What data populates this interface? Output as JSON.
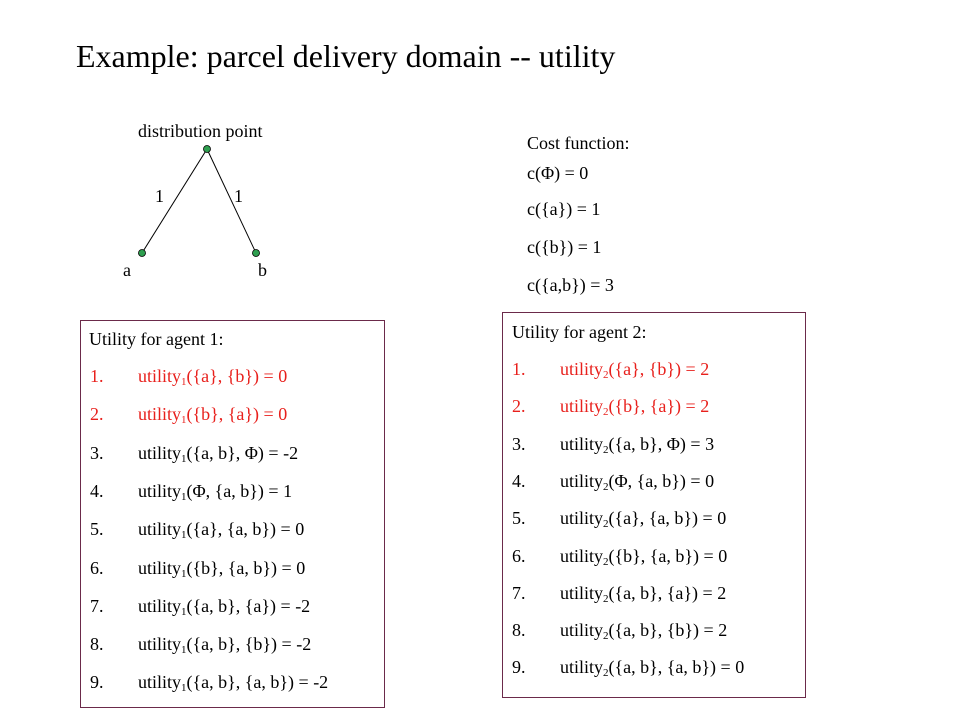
{
  "title": "Example: parcel delivery domain -- utility",
  "graph": {
    "root_label": "distribution point",
    "left_edge_weight": "1",
    "right_edge_weight": "1",
    "leaf_a_label": "a",
    "leaf_b_label": "b",
    "node_color": "#2e9e4f"
  },
  "cost": {
    "heading": "Cost function:",
    "lines": [
      "c(Φ) = 0",
      "c({a}) = 1",
      "c({b}) = 1",
      "c({a,b}) = 3"
    ]
  },
  "agent1": {
    "heading": "Utility for agent 1:",
    "items": [
      {
        "num": "1.",
        "pre": "utility",
        "sub": "1",
        "post": "({a}, {b}) = 0",
        "highlight": true
      },
      {
        "num": "2.",
        "pre": "utility",
        "sub": "1",
        "post": "({b}, {a}) = 0",
        "highlight": true
      },
      {
        "num": "3.",
        "pre": "utility",
        "sub": "1",
        "post": "({a, b}, Φ) = -2",
        "highlight": false
      },
      {
        "num": "4.",
        "pre": "utility",
        "sub": "1",
        "post": "(Φ, {a, b}) = 1",
        "highlight": false
      },
      {
        "num": "5.",
        "pre": "utility",
        "sub": "1",
        "post": "({a}, {a, b}) = 0",
        "highlight": false
      },
      {
        "num": "6.",
        "pre": "utility",
        "sub": "1",
        "post": "({b}, {a, b}) = 0",
        "highlight": false
      },
      {
        "num": "7.",
        "pre": "utility",
        "sub": "1",
        "post": "({a, b}, {a}) = -2",
        "highlight": false
      },
      {
        "num": "8.",
        "pre": "utility",
        "sub": "1",
        "post": "({a, b}, {b}) = -2",
        "highlight": false
      },
      {
        "num": "9.",
        "pre": "utility",
        "sub": "1",
        "post": "({a, b}, {a, b}) = -2",
        "highlight": false
      }
    ]
  },
  "agent2": {
    "heading": "Utility for agent 2:",
    "items": [
      {
        "num": "1.",
        "pre": "utility",
        "sub": "2",
        "post": "({a}, {b}) = 2",
        "highlight": true
      },
      {
        "num": "2.",
        "pre": "utility",
        "sub": "2",
        "post": "({b}, {a}) = 2",
        "highlight": true
      },
      {
        "num": "3.",
        "pre": "utility",
        "sub": "2",
        "post": "({a, b}, Φ) = 3",
        "highlight": false
      },
      {
        "num": "4.",
        "pre": "utility",
        "sub": "2",
        "post": "(Φ, {a, b}) = 0",
        "highlight": false
      },
      {
        "num": "5.",
        "pre": "utility",
        "sub": "2",
        "post": "({a}, {a, b}) = 0",
        "highlight": false
      },
      {
        "num": "6.",
        "pre": "utility",
        "sub": "2",
        "post": "({b}, {a, b}) = 0",
        "highlight": false
      },
      {
        "num": "7.",
        "pre": "utility",
        "sub": "2",
        "post": "({a, b}, {a}) = 2",
        "highlight": false
      },
      {
        "num": "8.",
        "pre": "utility",
        "sub": "2",
        "post": "({a, b}, {b}) = 2",
        "highlight": false
      },
      {
        "num": "9.",
        "pre": "utility",
        "sub": "2",
        "post": "({a, b}, {a, b}) = 0",
        "highlight": false
      }
    ]
  }
}
